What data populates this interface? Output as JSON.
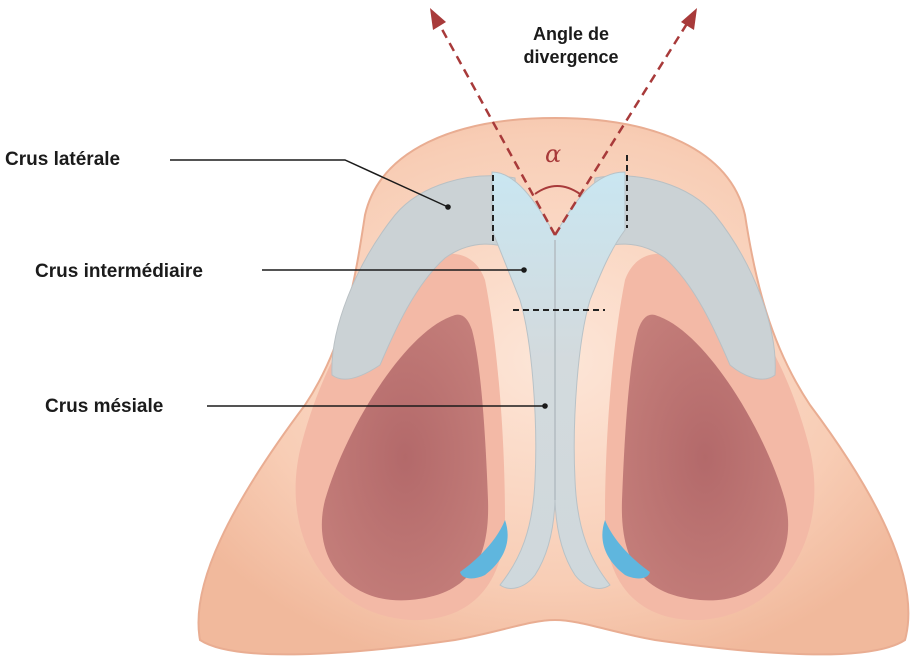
{
  "diagram": {
    "angle_title_line1": "Angle de",
    "angle_title_line2": "divergence",
    "angle_symbol": "α",
    "labels": {
      "crus_laterale": "Crus latérale",
      "crus_intermediaire": "Crus intermédiaire",
      "crus_mesiale": "Crus mésiale"
    }
  },
  "colors": {
    "skin_outer": "#f7c8ae",
    "skin_inner": "#fbdcc9",
    "nostril": "#b96e6e",
    "nostril_rim": "#e7a99f",
    "cartilage": "#cfd4d7",
    "cartilage_highlight": "#c8e6f2",
    "vestibule_accent": "#5fb6de",
    "arrow": "#a83a3a",
    "leader": "#1b1b1b"
  }
}
